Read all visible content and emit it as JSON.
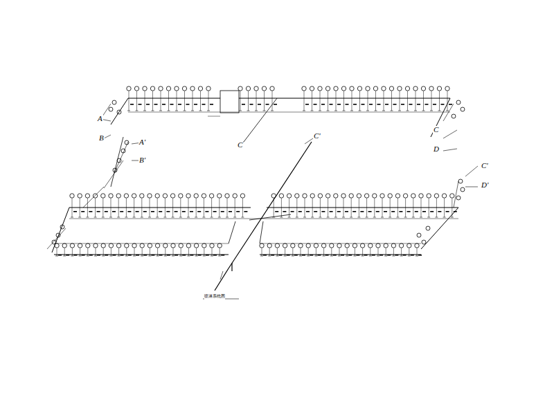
{
  "diagram": {
    "caption": "喷淋系统图",
    "labels": [
      "A",
      "B",
      "A'",
      "B'",
      "C",
      "C'",
      "C",
      "D",
      "C'",
      "D'"
    ]
  }
}
